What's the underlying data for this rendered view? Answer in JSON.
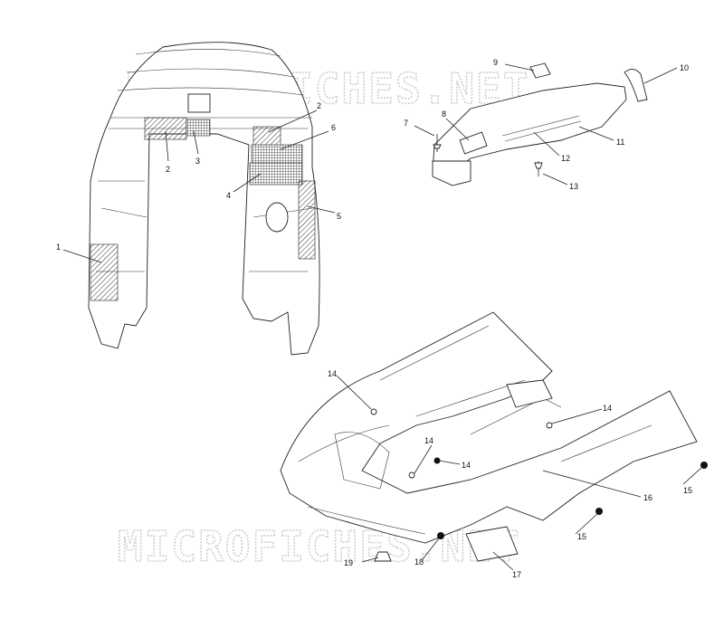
{
  "watermark": {
    "text_top": "MICROFICHES.NET",
    "text_bottom": "MICROFICHES.NET"
  },
  "callouts": [
    {
      "id": "c1",
      "text": "1"
    },
    {
      "id": "c2a",
      "text": "2"
    },
    {
      "id": "c2b",
      "text": "2"
    },
    {
      "id": "c3",
      "text": "3"
    },
    {
      "id": "c4",
      "text": "4"
    },
    {
      "id": "c5",
      "text": "5"
    },
    {
      "id": "c6",
      "text": "6"
    },
    {
      "id": "c7",
      "text": "7"
    },
    {
      "id": "c8",
      "text": "8"
    },
    {
      "id": "c9",
      "text": "9"
    },
    {
      "id": "c10",
      "text": "10"
    },
    {
      "id": "c11",
      "text": "11"
    },
    {
      "id": "c12",
      "text": "12"
    },
    {
      "id": "c13",
      "text": "13"
    },
    {
      "id": "c14a",
      "text": "14"
    },
    {
      "id": "c14b",
      "text": "14"
    },
    {
      "id": "c14c",
      "text": "14"
    },
    {
      "id": "c14d",
      "text": "14"
    },
    {
      "id": "c15a",
      "text": "15"
    },
    {
      "id": "c15b",
      "text": "15"
    },
    {
      "id": "c16",
      "text": "16"
    },
    {
      "id": "c17",
      "text": "17"
    },
    {
      "id": "c18",
      "text": "18"
    },
    {
      "id": "c19",
      "text": "19"
    }
  ]
}
